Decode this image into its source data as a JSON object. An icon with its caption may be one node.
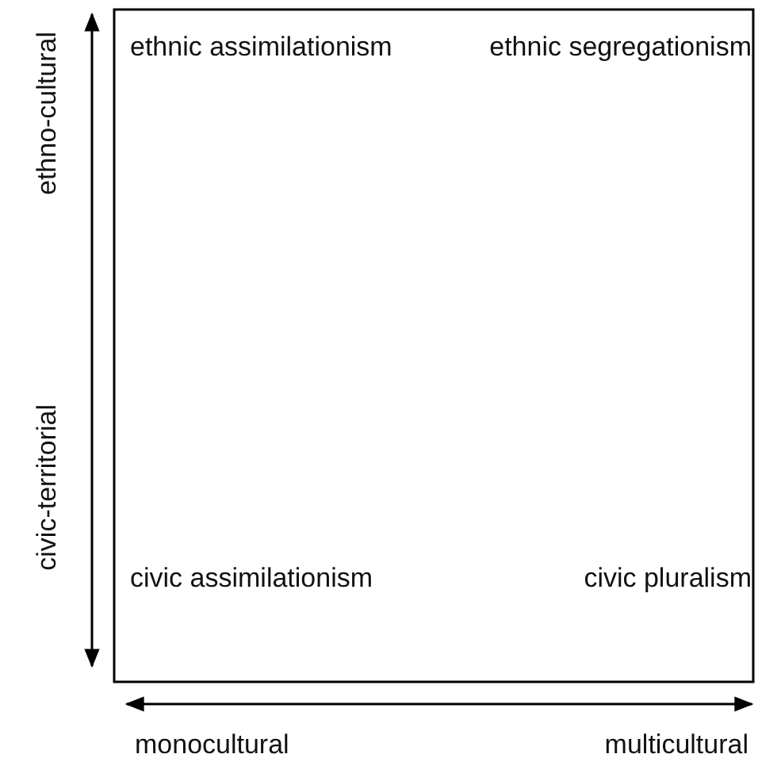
{
  "diagram": {
    "labels": [
      "ethno-cultural",
      "ethnic assimilationism",
      "ethnic segregationism",
      "civic-territorial",
      "civic assimilationism",
      "civic pluralism",
      "monocultural",
      "multicultural"
    ]
  }
}
